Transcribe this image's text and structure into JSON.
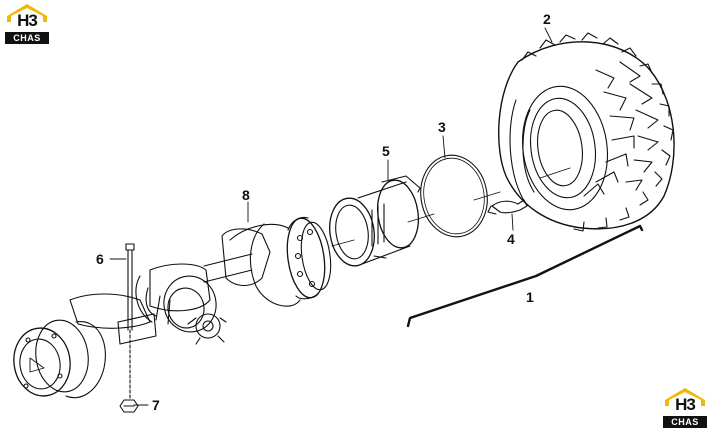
{
  "logo": {
    "top_text": "H3",
    "bottom_text": "CHAS"
  },
  "callouts": [
    "1",
    "2",
    "3",
    "4",
    "5",
    "6",
    "7",
    "8"
  ],
  "colors": {
    "line": "#111111",
    "logo_accent": "#f2b705",
    "background": "#ffffff"
  }
}
